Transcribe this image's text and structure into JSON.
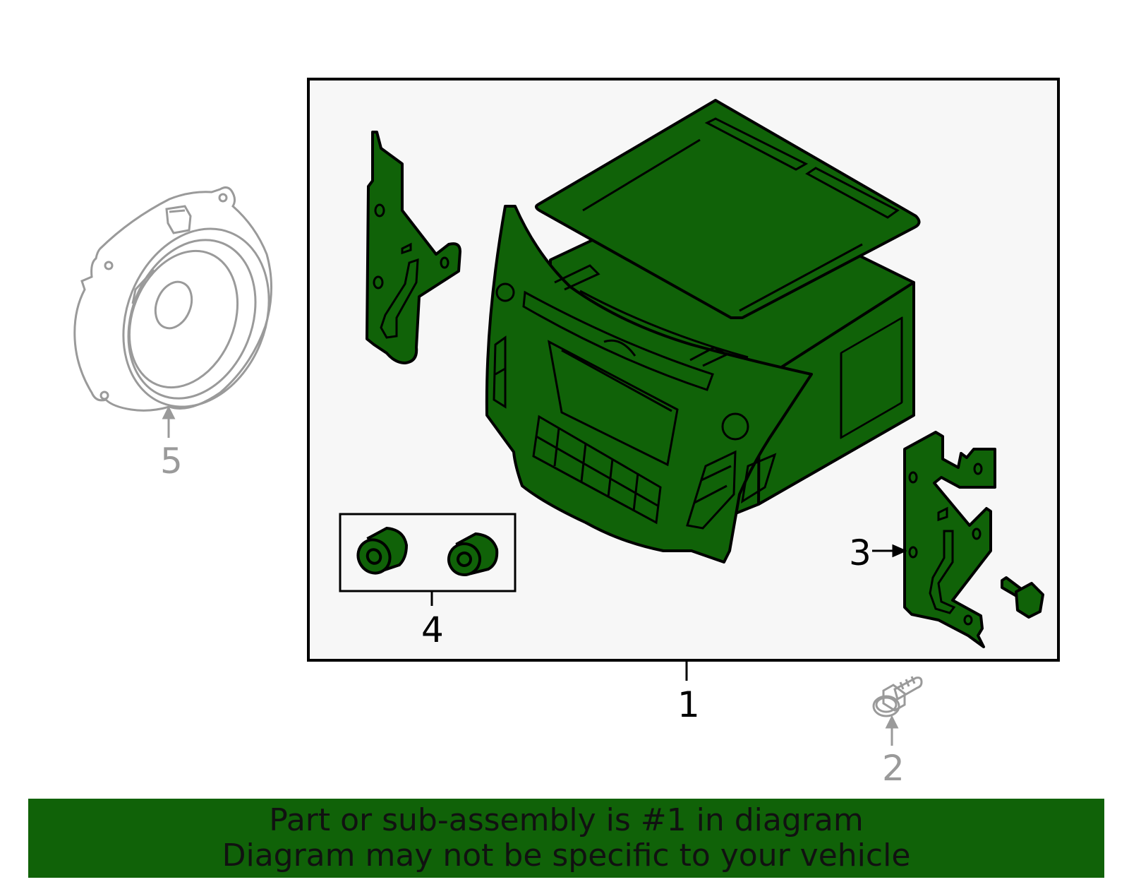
{
  "colors": {
    "part_fill": "#106208",
    "outline": "#000000",
    "ghost_outline": "#9a9a9a",
    "frame_fill": "#f7f7f7",
    "banner_bg": "#106208"
  },
  "callouts": {
    "c1": "1",
    "c2": "2",
    "c3": "3",
    "c4": "4",
    "c5": "5"
  },
  "banner": {
    "line1": "Part or sub-assembly is #1 in diagram",
    "line2": "Diagram may not be specific to your vehicle"
  },
  "icons": {
    "speaker": "speaker-icon",
    "radio_unit": "radio-head-unit-icon",
    "bracket": "mounting-bracket-icon",
    "bolt": "bolt-icon",
    "bushing": "bushing-icon"
  }
}
